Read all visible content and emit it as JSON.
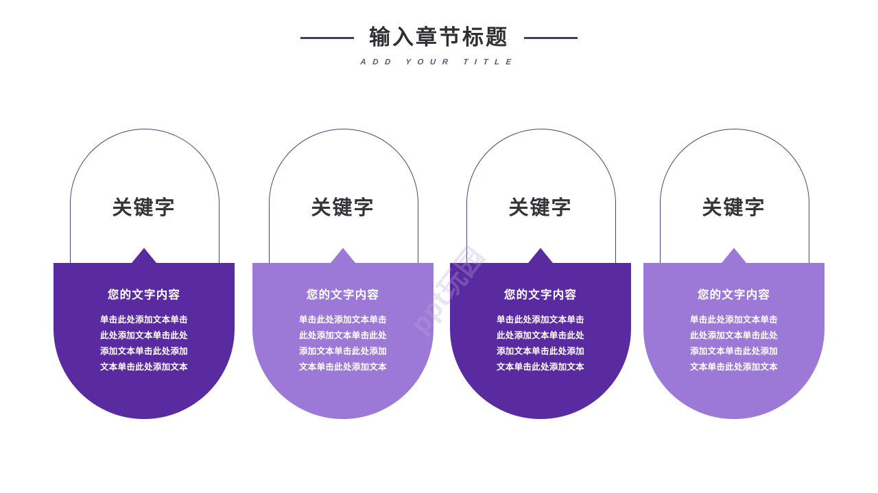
{
  "header": {
    "title": "输入章节标题",
    "subtitle": "ADD YOUR TITLE",
    "rule_color": "#443a60",
    "title_color": "#2f2f33",
    "subtitle_color": "#5c5480"
  },
  "watermark": {
    "text": "ppt玩园"
  },
  "theme": {
    "outline_color": "#4c3f7a",
    "dark_purple": "#5a2ba0",
    "light_purple": "#9c79d6",
    "keyword_color": "#333338",
    "body_text_color": "#ffffff",
    "background": "#ffffff"
  },
  "cards": [
    {
      "keyword": "关键字",
      "heading": "您的文字内容",
      "fill": "#5a2ba0",
      "lines": [
        "单击此处添加文本单击",
        "此处添加文本单击此处",
        "添加文本单击此处添加",
        "文本单击此处添加文本"
      ]
    },
    {
      "keyword": "关键字",
      "heading": "您的文字内容",
      "fill": "#9c79d6",
      "lines": [
        "单击此处添加文本单击",
        "此处添加文本单击此处",
        "添加文本单击此处添加",
        "文本单击此处添加文本"
      ]
    },
    {
      "keyword": "关键字",
      "heading": "您的文字内容",
      "fill": "#5a2ba0",
      "lines": [
        "单击此处添加文本单击",
        "此处添加文本单击此处",
        "添加文本单击此处添加",
        "文本单击此处添加文本"
      ]
    },
    {
      "keyword": "关键字",
      "heading": "您的文字内容",
      "fill": "#9c79d6",
      "lines": [
        "单击此处添加文本单击",
        "此处添加文本单击此处",
        "添加文本单击此处添加",
        "文本单击此处添加文本"
      ]
    }
  ]
}
